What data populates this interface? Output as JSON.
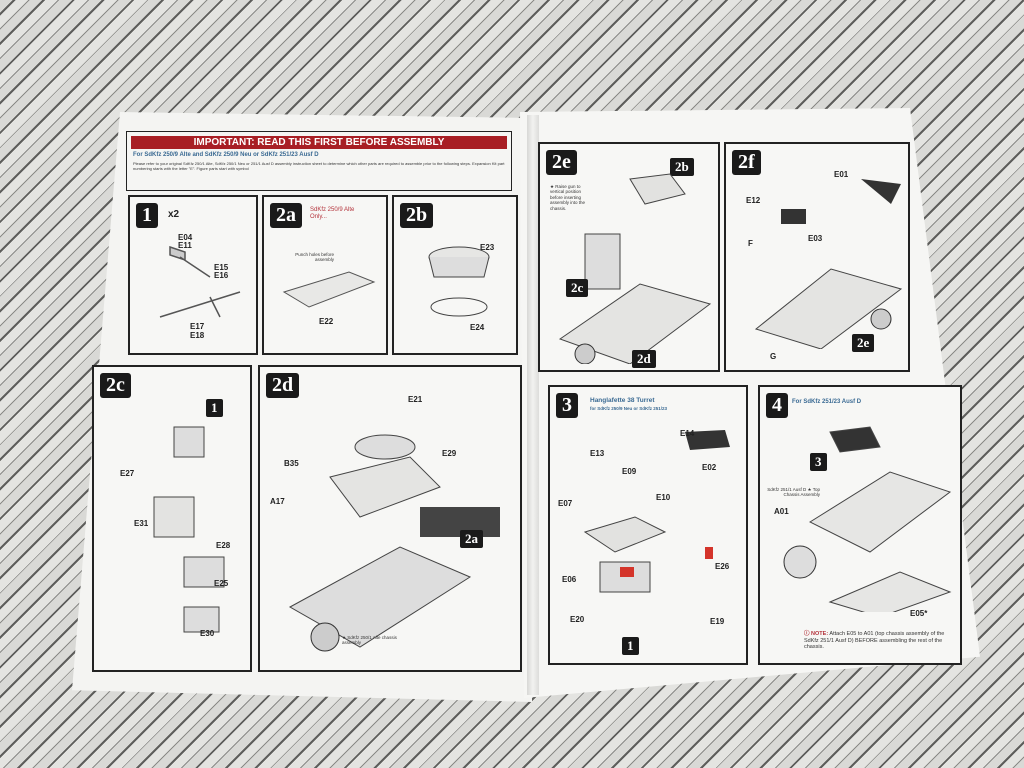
{
  "header": {
    "title": "IMPORTANT: READ THIS FIRST BEFORE ASSEMBLY",
    "subtitle": "For SdKfz 250/9 Alte and SdKfz 250/9 Neu or SdKfz 251/23 Ausf D",
    "instructions": "Please refer to your original SdKfz 250/1 Alte, SdKfz 250/1 Neu or 251/1 Ausf D assembly instruction sheet to determine which other parts are required to assemble prior to the following steps. Expansion Kit part numbering starts with the letter \"E\". Figure parts start with symbol"
  },
  "steps": {
    "s1": {
      "num": "1",
      "mult": "x2",
      "parts": [
        "E04",
        "E11",
        "E15",
        "E16",
        "E17",
        "E18"
      ]
    },
    "s2a": {
      "num": "2a",
      "note": "SdKfz 250/9 Alte Only...",
      "punch": "Punch holes before assembly",
      "parts": [
        "E22"
      ]
    },
    "s2b": {
      "num": "2b",
      "parts": [
        "E23",
        "E24"
      ]
    },
    "s2c": {
      "num": "2c",
      "ref": "1",
      "parts": [
        "E27",
        "E31",
        "E28",
        "E25",
        "E30"
      ]
    },
    "s2d": {
      "num": "2d",
      "ref": "2a",
      "parts": [
        "E21",
        "B35",
        "E29",
        "A17"
      ],
      "note": "★ SdKfz 250/1 Alte chassis assembly"
    },
    "s2e": {
      "num": "2e",
      "refs": [
        "2b",
        "2c",
        "2d"
      ],
      "note": "★ Raise gun to vertical position before inserting assembly into the chassis."
    },
    "s2f": {
      "num": "2f",
      "refs": [
        "2e"
      ],
      "parts": [
        "E01",
        "E12",
        "E03",
        "F",
        "G"
      ]
    },
    "s3": {
      "num": "3",
      "title": "Hanglafette 38 Turret",
      "subtitle": "for SdKfz 250/9 Neu or SdKfz 251/23",
      "ref": "1",
      "parts": [
        "E14",
        "E13",
        "E09",
        "E02",
        "E07",
        "E10",
        "E06",
        "E26",
        "E20",
        "E19"
      ]
    },
    "s4": {
      "num": "4",
      "title": "For SdKfz 251/23 Ausf D",
      "ref": "3",
      "assembly": "SdKfz 251/1 Ausf D ★ Top Chassis Assembly",
      "parts": [
        "A01",
        "E05*"
      ],
      "note_label": "NOTE:",
      "note": "Attach E05 to A01 (top chassis assembly of the SdKfz 251/1 Ausf D) BEFORE assembling the rest of the chassis."
    }
  }
}
